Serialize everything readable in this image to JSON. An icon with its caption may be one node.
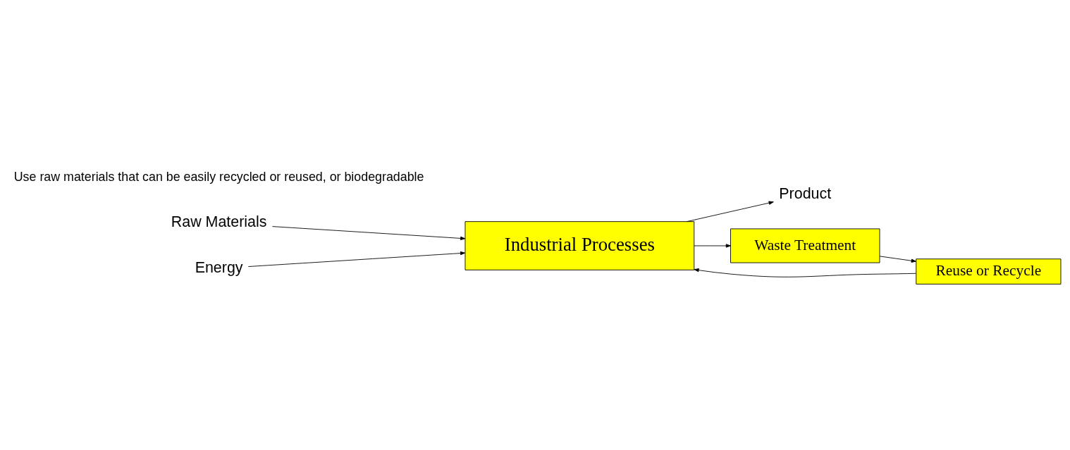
{
  "diagram": {
    "nodes": [
      {
        "text": [
          "Raw Materials"
        ]
      },
      {
        "text": [
          "Energy"
        ]
      },
      {
        "text": [
          "Industrial Processes"
        ]
      },
      {
        "text": [
          "Product"
        ]
      },
      {
        "text": [
          "Waste Treatment"
        ]
      },
      {
        "text": [
          "Reuse or Recycle"
        ]
      }
    ],
    "edges": [
      {
        "from": 0,
        "to": 2,
        "arrow": "to"
      },
      {
        "from": 1,
        "to": 2,
        "arrow": "to"
      },
      {
        "from": 2,
        "to": 3,
        "arrow": "to"
      },
      {
        "from": 2,
        "to": 4,
        "arrow": "to"
      },
      {
        "from": 4,
        "to": 5,
        "arrow": "to"
      },
      {
        "from": 5,
        "to": 2,
        "arrow": "to"
      }
    ],
    "labels": [
      "Use raw materials that can be easily recycled or reused, or biodegradable"
    ]
  }
}
